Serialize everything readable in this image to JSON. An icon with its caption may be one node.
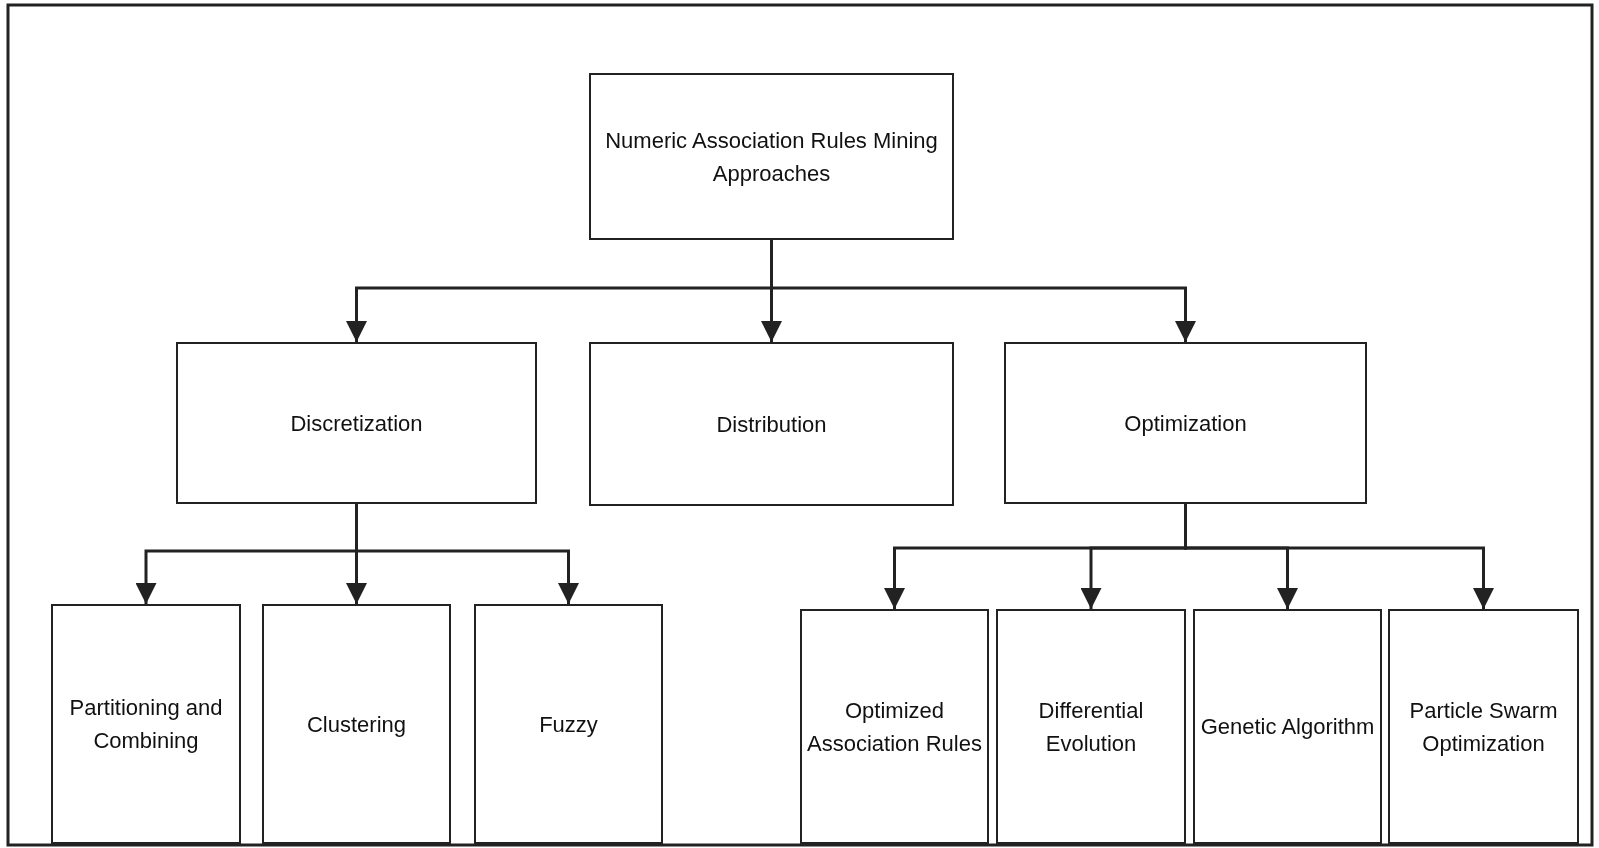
{
  "diagram": {
    "nodes": [
      {
        "text": [
          "Numeric Association Rules Mining Approaches"
        ]
      },
      {
        "text": [
          "Discretization"
        ]
      },
      {
        "text": [
          "Distribution"
        ]
      },
      {
        "text": [
          "Optimization"
        ]
      },
      {
        "text": [
          "Partitioning and Combining"
        ]
      },
      {
        "text": [
          "Clustering"
        ]
      },
      {
        "text": [
          "Fuzzy"
        ]
      },
      {
        "text": [
          "Optimized Association Rules"
        ]
      },
      {
        "text": [
          "Differential Evolution"
        ]
      },
      {
        "text": [
          "Genetic Algorithm"
        ]
      },
      {
        "text": [
          "Particle Swarm Optimization"
        ]
      }
    ],
    "edges": [
      {
        "from": 0,
        "to": 1,
        "arrow": "to"
      },
      {
        "from": 0,
        "to": 2,
        "arrow": "to"
      },
      {
        "from": 0,
        "to": 3,
        "arrow": "to"
      },
      {
        "from": 1,
        "to": 4,
        "arrow": "to"
      },
      {
        "from": 1,
        "to": 5,
        "arrow": "to"
      },
      {
        "from": 1,
        "to": 6,
        "arrow": "to"
      },
      {
        "from": 3,
        "to": 7,
        "arrow": "to"
      },
      {
        "from": 3,
        "to": 8,
        "arrow": "to"
      },
      {
        "from": 3,
        "to": 9,
        "arrow": "to"
      },
      {
        "from": 3,
        "to": 10,
        "arrow": "to"
      }
    ]
  }
}
